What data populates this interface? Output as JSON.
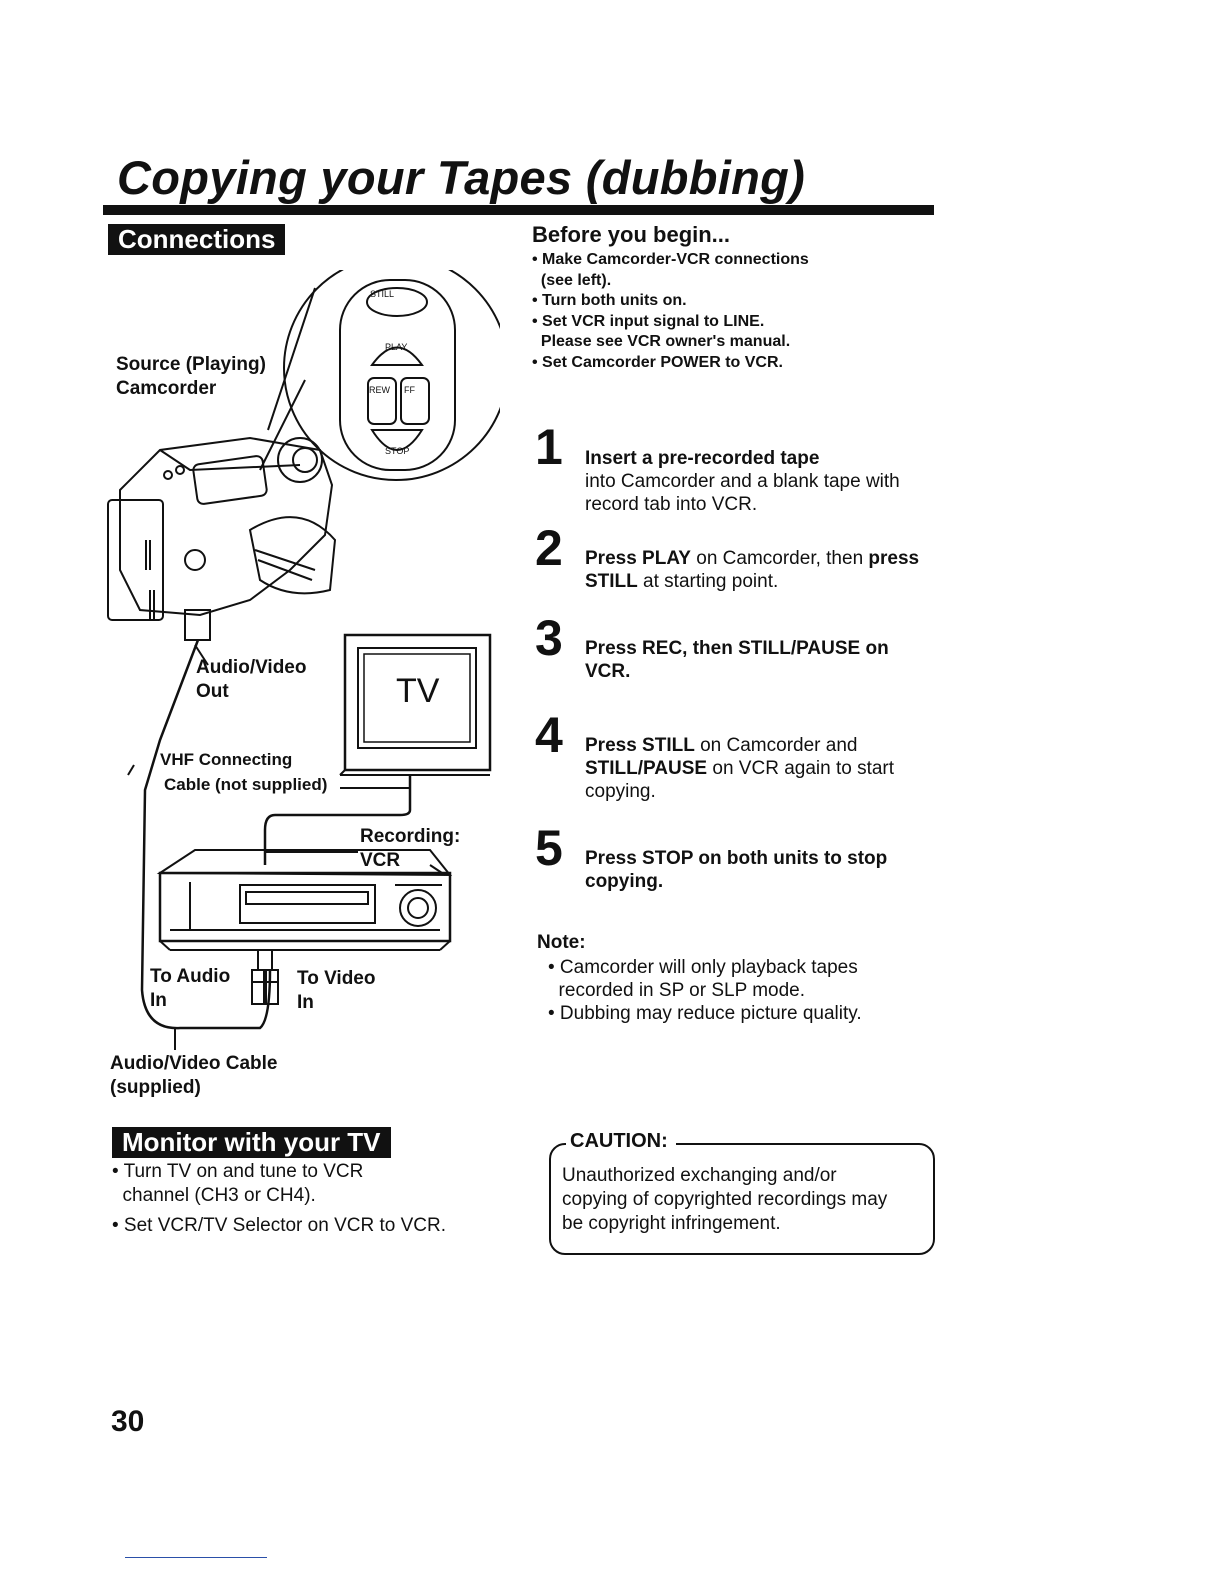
{
  "title": "Copying your Tapes (dubbing)",
  "connections": {
    "heading": "Connections",
    "source_line1": "Source (Playing)",
    "source_line2": "Camcorder",
    "buttons": {
      "still": "STILL",
      "play": "PLAY",
      "rew": "REW",
      "ff": "FF",
      "stop": "STOP"
    },
    "av_out_line1": "Audio/Video",
    "av_out_line2": "Out",
    "tv_label": "TV",
    "vhf_line1": "VHF Connecting",
    "vhf_line2": "Cable (not supplied)",
    "recording_line1": "Recording:",
    "recording_line2": "VCR",
    "to_audio_line1": "To Audio",
    "to_audio_line2": "In",
    "to_video_line1": "To Video",
    "to_video_line2": "In",
    "av_cable_line1": "Audio/Video Cable",
    "av_cable_line2": "(supplied)"
  },
  "before": {
    "heading": "Before you begin...",
    "items": [
      "• Make Camcorder-VCR connections",
      "  (see left).",
      "• Turn both units on.",
      "• Set VCR input signal to LINE.",
      "  Please see VCR owner's manual.",
      "• Set Camcorder POWER to VCR."
    ]
  },
  "steps": [
    {
      "num": "1",
      "bold": "Insert a pre-recorded tape",
      "rest": "into Camcorder and a blank tape with record tab into VCR."
    },
    {
      "num": "2",
      "bold": "Press PLAY",
      "rest": " on Camcorder, then ",
      "bold2": "press STILL",
      "rest2": " at starting point."
    },
    {
      "num": "3",
      "bold": "Press REC, then STILL/PAUSE on VCR.",
      "rest": ""
    },
    {
      "num": "4",
      "bold": "Press STILL",
      "rest": " on Camcorder and ",
      "bold2": "STILL/PAUSE",
      "rest2": " on VCR again to start copying."
    },
    {
      "num": "5",
      "bold": "Press STOP on both units to stop copying.",
      "rest": ""
    }
  ],
  "note": {
    "heading": "Note:",
    "items": [
      "• Camcorder will only playback tapes",
      "  recorded in SP or SLP mode.",
      "• Dubbing may reduce picture quality."
    ]
  },
  "monitor": {
    "heading": "Monitor with your TV",
    "items": [
      "• Turn TV on and tune to VCR\n  channel (CH3 or CH4).",
      "• Set VCR/TV Selector on VCR to VCR."
    ]
  },
  "caution": {
    "title": "CAUTION:",
    "text": "Unauthorized exchanging and/or\ncopying of copyrighted recordings may\nbe copyright infringement."
  },
  "page_number": "30"
}
